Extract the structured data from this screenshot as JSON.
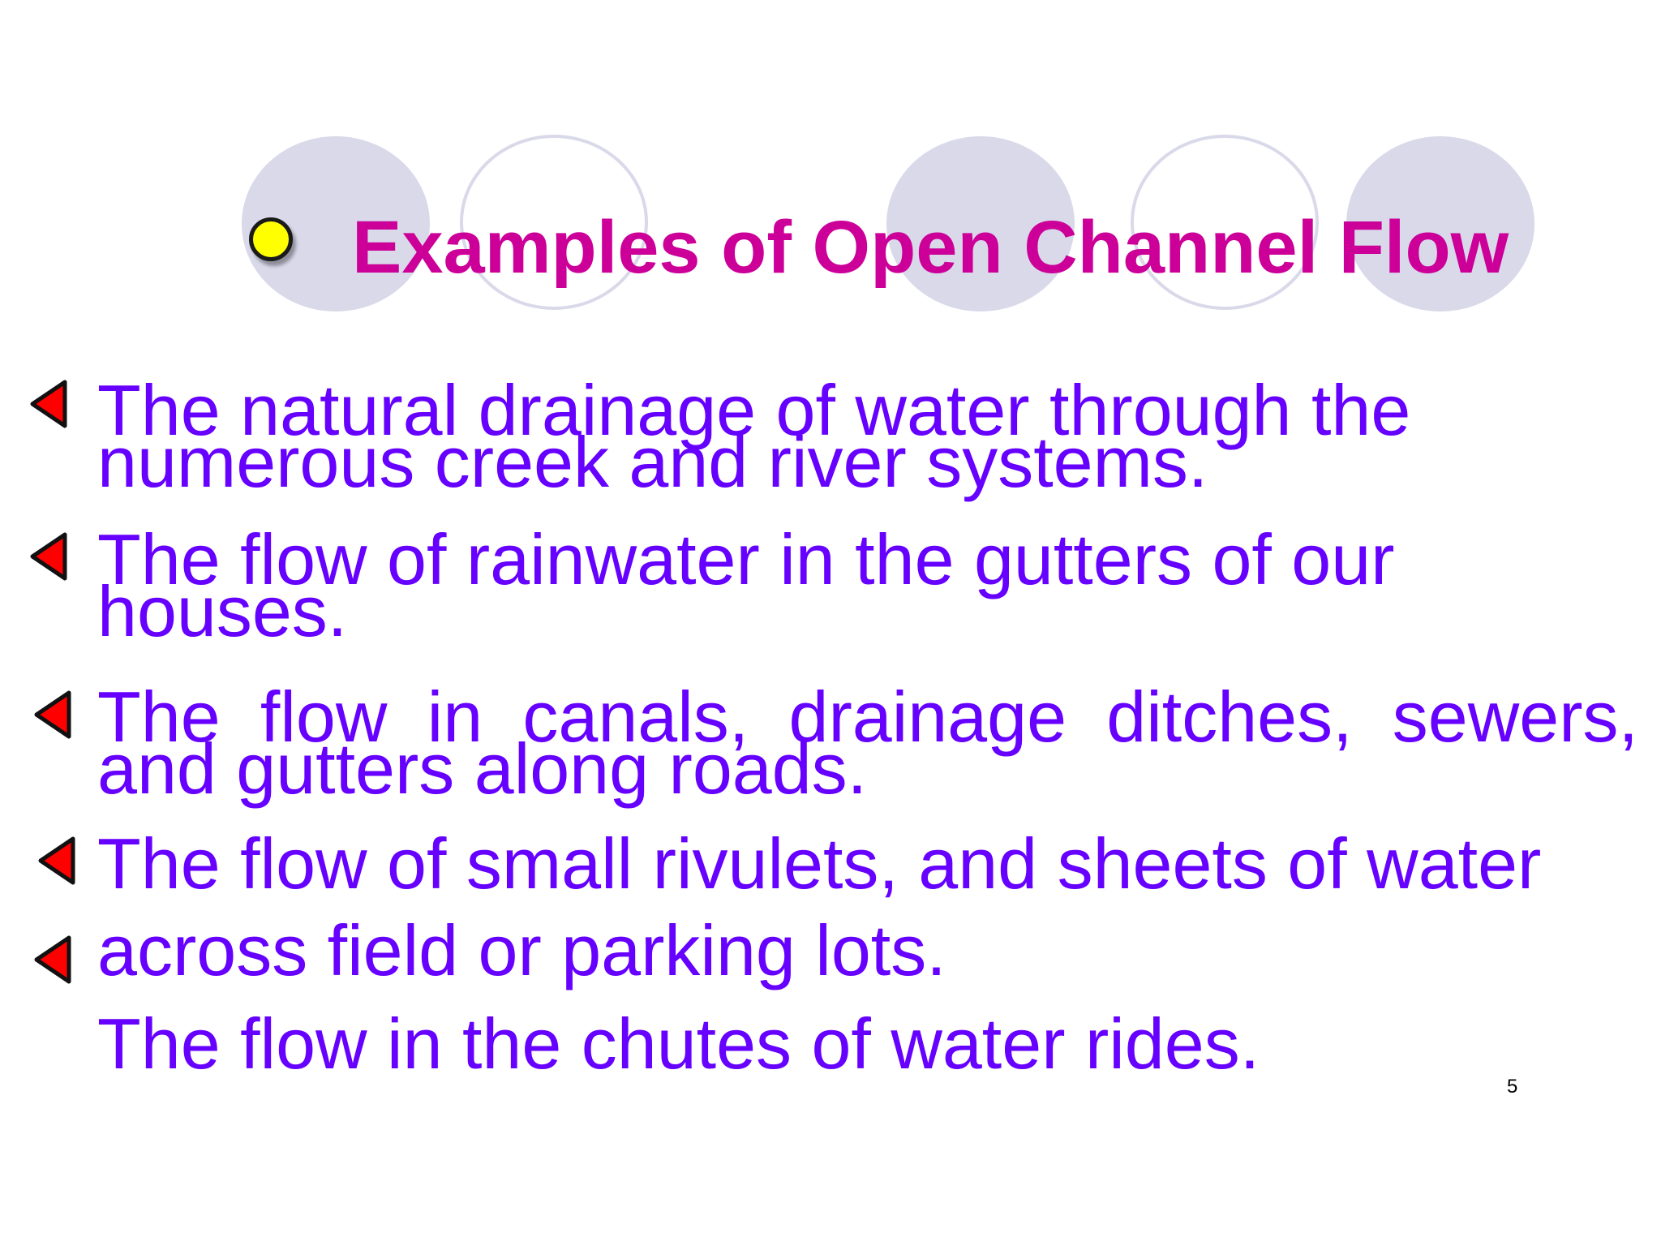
{
  "slide": {
    "title": "Examples of Open Channel Flow",
    "bullets": [
      {
        "line1": "The natural drainage of water through the",
        "line2": "numerous creek and river systems."
      },
      {
        "line1": "The flow of rainwater in the gutters of our",
        "line2": "houses."
      },
      {
        "line1": "The flow in canals, drainage ditches, sewers,",
        "line2": "and gutters along roads."
      },
      {
        "line1": "The flow of small rivulets, and sheets of water"
      },
      {
        "line1": "across field or parking lots."
      },
      {
        "line1": "The flow in the chutes of water rides."
      }
    ],
    "page_number": "5"
  },
  "colors": {
    "title": "#cc0099",
    "body_text": "#6600ff",
    "decor_circles": "#d9d9ea",
    "title_bullet": "#ffff00",
    "arrow_bullet": "#ff0000"
  },
  "icons": {
    "title_bullet": "yellow-circle-icon",
    "list_bullet": "red-left-triangle-icon"
  }
}
